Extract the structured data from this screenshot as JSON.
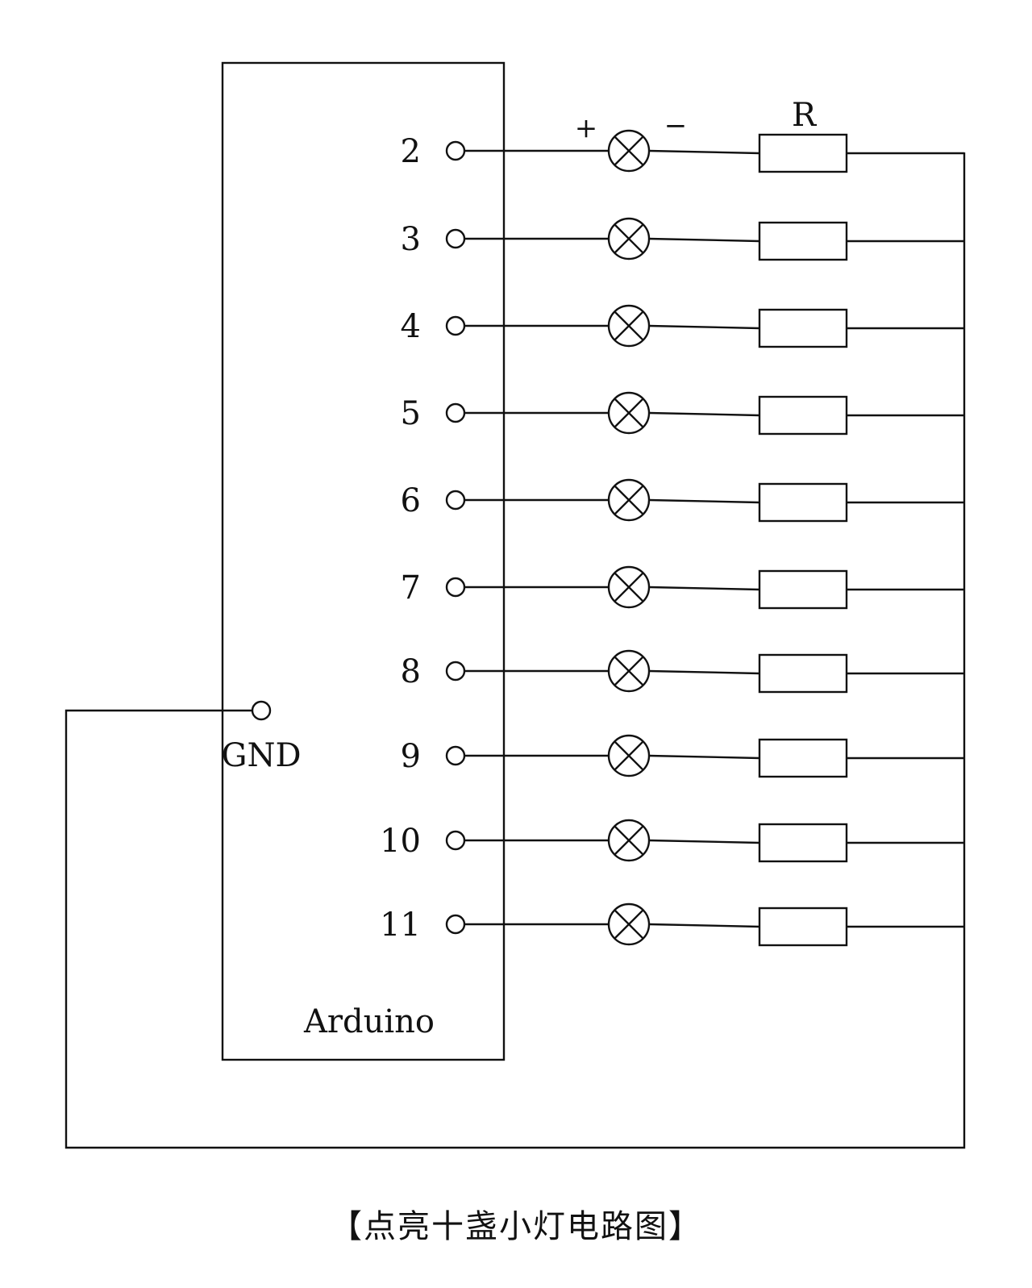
{
  "board": {
    "name": "Arduino",
    "gnd_label": "GND"
  },
  "pins": [
    "2",
    "3",
    "4",
    "5",
    "6",
    "7",
    "8",
    "9",
    "10",
    "11"
  ],
  "polarity": {
    "plus": "+",
    "minus": "−"
  },
  "resistor_label": "R",
  "caption": "【点亮十盏小灯电路图】"
}
